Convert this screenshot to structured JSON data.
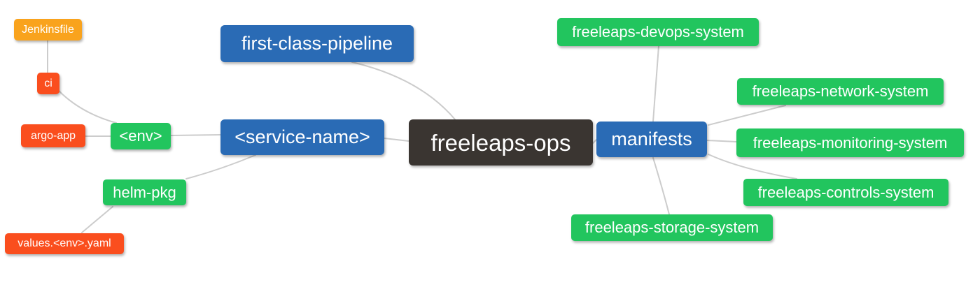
{
  "palette": {
    "bg": "#ffffff",
    "label_text": "#ffffff",
    "edge_stroke": "#cccccc",
    "root_fill": "#3a3531",
    "level2_fill": "#2a6bb5",
    "level3_fill": "#22c55e",
    "level4_fill": "#fa4e1e",
    "level5_fill": "#f9a31d"
  },
  "nodes": [
    {
      "id": "jenkinsfile",
      "label": "Jenkinsfile",
      "level": 5
    },
    {
      "id": "ci",
      "label": "ci",
      "level": 4
    },
    {
      "id": "argo-app",
      "label": "argo-app",
      "level": 4
    },
    {
      "id": "env",
      "label": "<env>",
      "level": 3
    },
    {
      "id": "helm-pkg",
      "label": "helm-pkg",
      "level": 3
    },
    {
      "id": "values-env-yaml",
      "label": "values.<env>.yaml",
      "level": 4
    },
    {
      "id": "first-class-pipeline",
      "label": "first-class-pipeline",
      "level": 2
    },
    {
      "id": "service-name",
      "label": "<service-name>",
      "level": 2
    },
    {
      "id": "freeleaps-ops",
      "label": "freeleaps-ops",
      "level": 1
    },
    {
      "id": "manifests",
      "label": "manifests",
      "level": 2
    },
    {
      "id": "devops-system",
      "label": "freeleaps-devops-system",
      "level": 3
    },
    {
      "id": "network-system",
      "label": "freeleaps-network-system",
      "level": 3
    },
    {
      "id": "monitoring-system",
      "label": "freeleaps-monitoring-system",
      "level": 3
    },
    {
      "id": "controls-system",
      "label": "freeleaps-controls-system",
      "level": 3
    },
    {
      "id": "storage-system",
      "label": "freeleaps-storage-system",
      "level": 3
    }
  ],
  "edges": [
    {
      "from": "freeleaps-ops",
      "to": "first-class-pipeline"
    },
    {
      "from": "freeleaps-ops",
      "to": "<service-name>"
    },
    {
      "from": "freeleaps-ops",
      "to": "manifests"
    },
    {
      "from": "<service-name>",
      "to": "<env>"
    },
    {
      "from": "<service-name>",
      "to": "helm-pkg"
    },
    {
      "from": "<env>",
      "to": "ci"
    },
    {
      "from": "<env>",
      "to": "argo-app"
    },
    {
      "from": "ci",
      "to": "Jenkinsfile"
    },
    {
      "from": "helm-pkg",
      "to": "values.<env>.yaml"
    },
    {
      "from": "manifests",
      "to": "freeleaps-devops-system"
    },
    {
      "from": "manifests",
      "to": "freeleaps-network-system"
    },
    {
      "from": "manifests",
      "to": "freeleaps-monitoring-system"
    },
    {
      "from": "manifests",
      "to": "freeleaps-controls-system"
    },
    {
      "from": "manifests",
      "to": "freeleaps-storage-system"
    }
  ]
}
